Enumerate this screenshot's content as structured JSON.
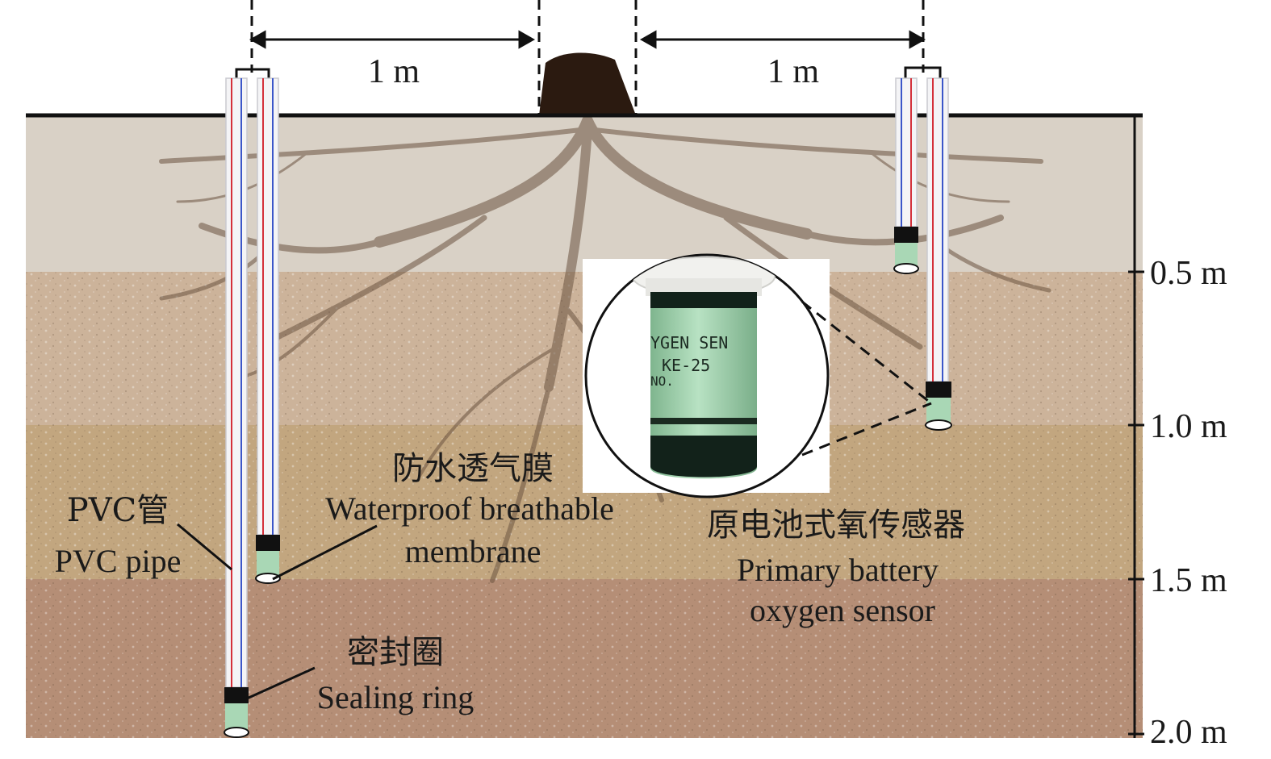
{
  "spacing": {
    "left": "1 m",
    "right": "1 m"
  },
  "depth_scale": {
    "ticks": [
      "0.5 m",
      "1.0 m",
      "1.5 m",
      "2.0 m"
    ]
  },
  "labels": {
    "pvc_zh": "PVC管",
    "pvc_en": "PVC pipe",
    "membrane_zh": "防水透气膜",
    "membrane_en_1": "Waterproof breathable",
    "membrane_en_2": "membrane",
    "sealing_zh": "密封圈",
    "sealing_en": "Sealing ring",
    "sensor_zh": "原电池式氧传感器",
    "sensor_en_1": "Primary battery",
    "sensor_en_2": "oxygen sensor"
  },
  "sensor_print": {
    "line1": "YGEN SEN",
    "line2": "KE-25",
    "line3": "NO."
  },
  "colors": {
    "layer1": "#d9d1c6",
    "layer2": "#ccb39a",
    "layer3": "#c2a67f",
    "layer4": "#b58e76",
    "root": "#6b5340",
    "trunk": "#2b1a10",
    "sensor_body": "#a9d7b5",
    "pipe_red": "#d4303a",
    "pipe_blue": "#3b56c9"
  }
}
